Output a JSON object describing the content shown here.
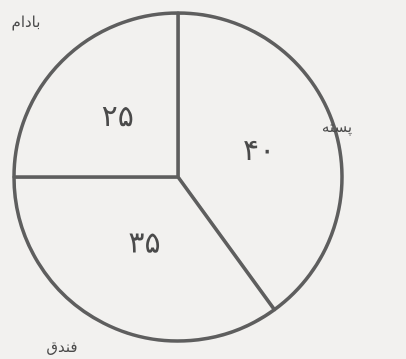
{
  "chart_data": {
    "type": "pie",
    "categories": [
      "پسته",
      "فندق",
      "بادام"
    ],
    "values": [
      40,
      35,
      25
    ],
    "value_labels": [
      "۴۰",
      "۳۵",
      "۲۵"
    ],
    "title": "",
    "start_angle_deg": 0,
    "direction": "clockwise",
    "fill_color": "#f2f1ef",
    "stroke_color": "#5e5e5e"
  }
}
